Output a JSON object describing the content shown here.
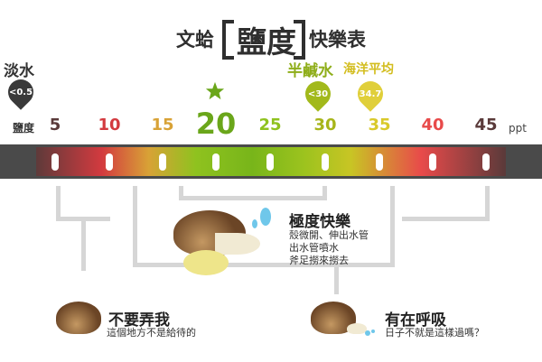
{
  "title": {
    "pre": "文蛤",
    "main": "鹽度",
    "post": "快樂表"
  },
  "freshwater": {
    "label": "淡水",
    "value": "<0.5"
  },
  "brackish": {
    "label": "半鹹水",
    "value": "<30"
  },
  "seawater": {
    "label": "海洋平均",
    "value": "34.7"
  },
  "scale": {
    "label": "鹽度",
    "unit": "ppt",
    "ticks": [
      "5",
      "10",
      "15",
      "20",
      "25",
      "30",
      "35",
      "40",
      "45"
    ]
  },
  "happy": {
    "title": "極度快樂",
    "lines": [
      "殼微開、伸出水管",
      "出水管噴水",
      "斧足撈來撈去"
    ]
  },
  "unwanted": {
    "title": "不要弄我",
    "body": "這個地方不是給待的"
  },
  "breathing": {
    "title": "有在呼吸",
    "body": "日子不就是這樣過嗎？"
  },
  "colors": {
    "dark": "#5a3a3a",
    "red": "#d33a3f",
    "orange": "#d8a236",
    "green": "#8fc21f",
    "olive": "#a7b51a",
    "yellow": "#d9c92a"
  },
  "icons": [
    "star-icon",
    "clam-icon",
    "water-spray-icon"
  ]
}
